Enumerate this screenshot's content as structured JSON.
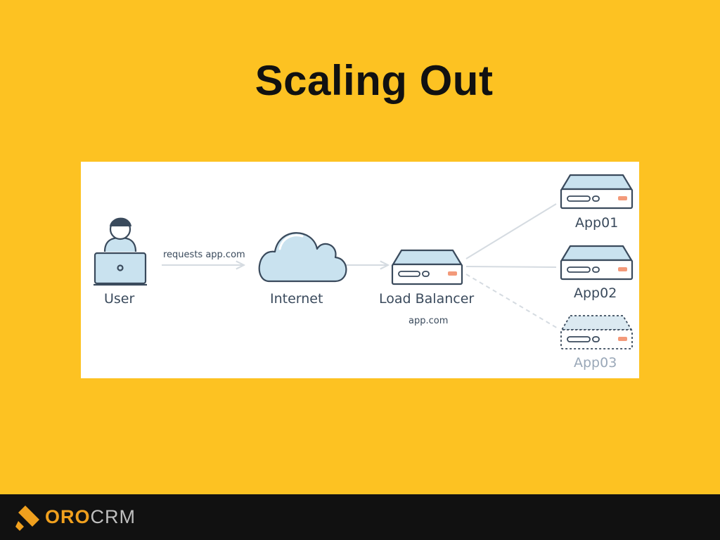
{
  "slide": {
    "title": "Scaling Out"
  },
  "diagram": {
    "edge_label": "requests app.com",
    "nodes": {
      "user": "User",
      "internet": "Internet",
      "load_balancer": "Load Balancer",
      "load_balancer_host": "app.com",
      "app01": "App01",
      "app02": "App02",
      "app03": "App03"
    },
    "colors": {
      "line": "#3a4a5c",
      "fill": "#c9e2ef",
      "accent": "#f39a7a",
      "connector": "#d5dbe1",
      "ghost": "#9aa8b8"
    }
  },
  "footer": {
    "logo_part1": "ORO",
    "logo_part2": "CRM"
  }
}
